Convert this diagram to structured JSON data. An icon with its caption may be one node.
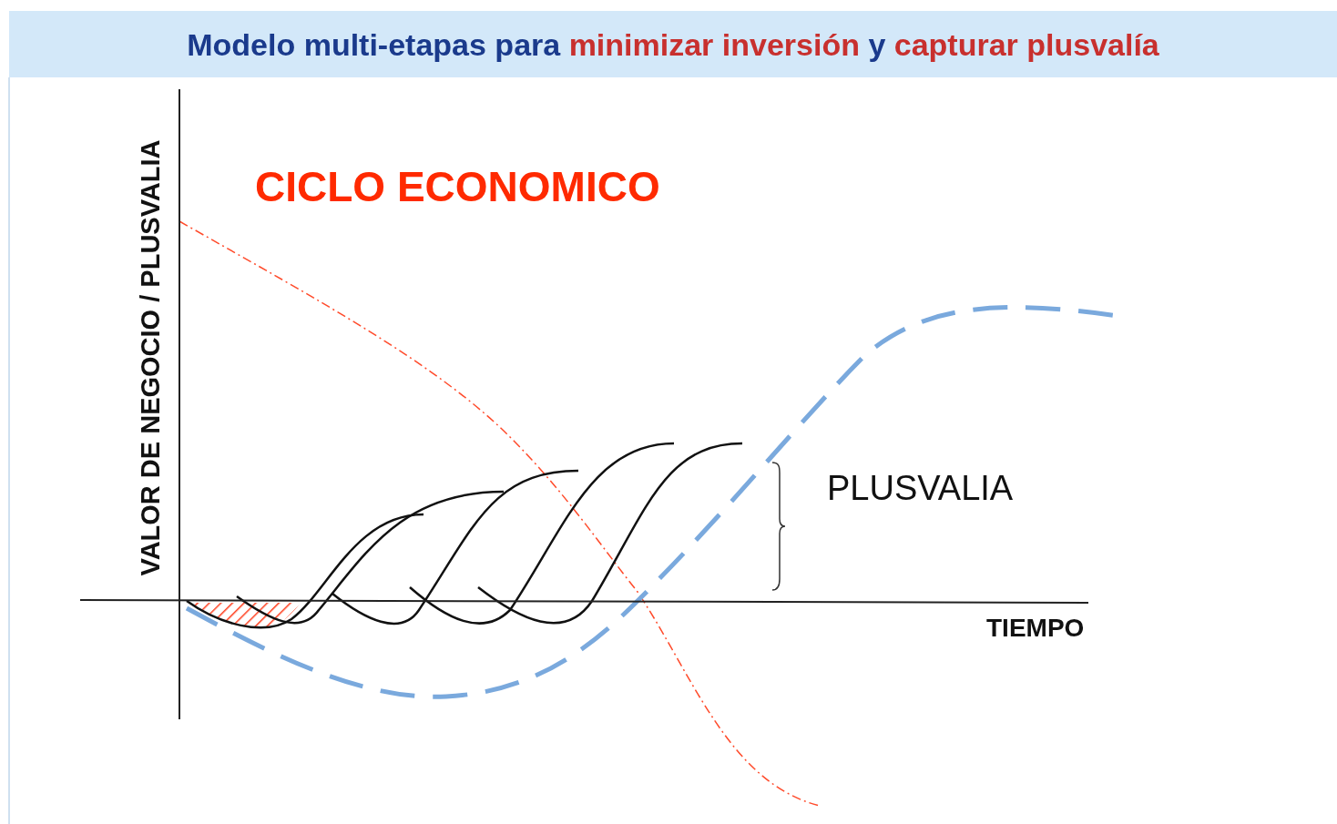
{
  "diagram": {
    "title": "Modelo multi-etapas para **minimizar inversión** y **capturar plusvalía**",
    "labels": [
      "CICLO ECONOMICO",
      "VALOR DE NEGOCIO / PLUSVALIA",
      "PLUSVALIA",
      "TIEMPO"
    ]
  }
}
